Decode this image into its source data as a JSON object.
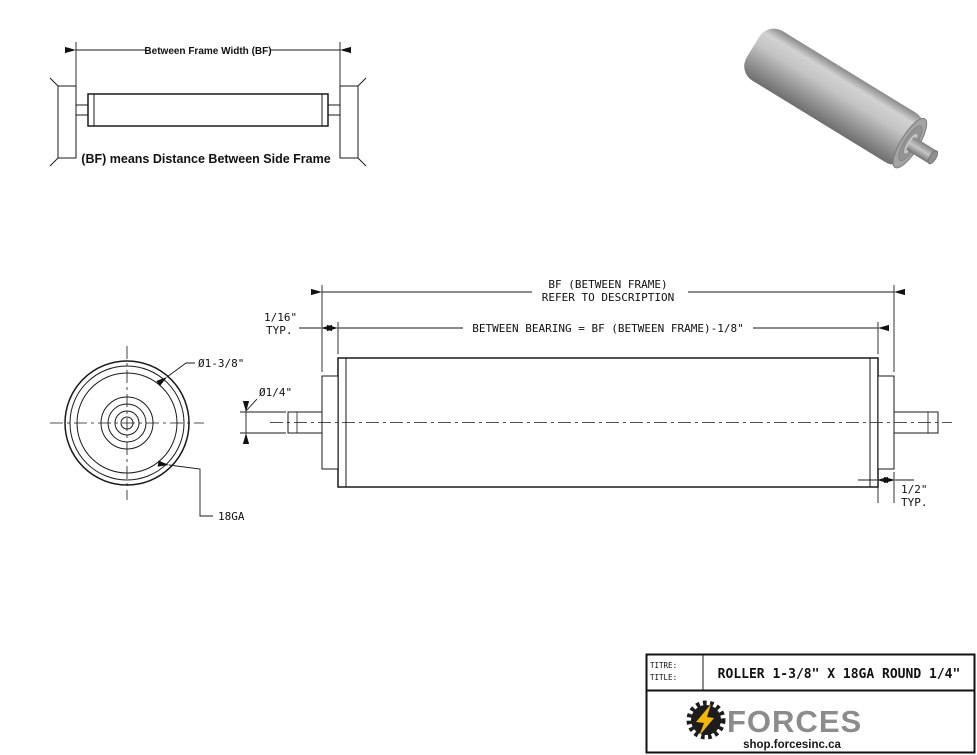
{
  "inset": {
    "dim_label": "Between Frame Width (BF)",
    "caption": "(BF) means Distance Between Side Frame"
  },
  "end_view": {
    "roller_dia": "Ø1-3/8\"",
    "gauge": "18GA"
  },
  "side_view": {
    "bf_label_line1": "BF (BETWEEN FRAME)",
    "bf_label_line2": "REFER TO DESCRIPTION",
    "between_bearing_label": "BETWEEN BEARING = BF (BETWEEN FRAME)-1/8\"",
    "gap_dim": "1/16\"",
    "gap_typ": "TYP.",
    "shaft_dia": "Ø1/4\"",
    "bearing_width": "1/2\"",
    "bearing_typ": "TYP."
  },
  "title_block": {
    "titre_label": "TITRE:",
    "title_label": "TITLE:",
    "title": "ROLLER 1-3/8\" X 18GA ROUND 1/4\"",
    "brand": "FORCES",
    "website": "shop.forcesinc.ca",
    "logo_icon": "gear-lightning-icon"
  },
  "colors": {
    "line": "#1a1a1a",
    "accent_yellow": "#f2b705",
    "brand_gray": "#8c8c8c",
    "roller_gray": "#b5b5b5"
  }
}
